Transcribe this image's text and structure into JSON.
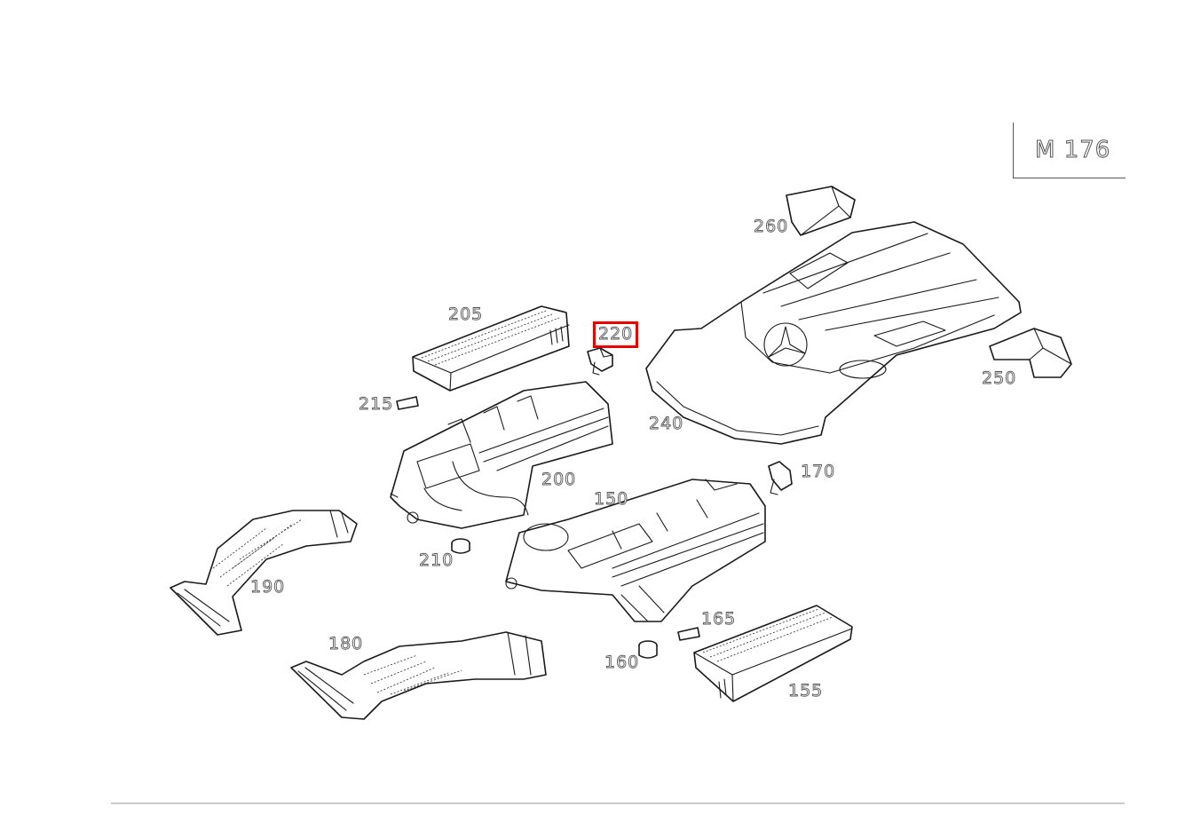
{
  "model": "M 176",
  "highlight_color": "#e00000",
  "callouts": [
    {
      "label": "260",
      "part": "engine-cover-insert"
    },
    {
      "label": "205",
      "part": "air-filter-element-left"
    },
    {
      "label": "220",
      "part": "sensor-upper",
      "highlighted": true
    },
    {
      "label": "215",
      "part": "label-plate-left"
    },
    {
      "label": "240",
      "part": "engine-cover"
    },
    {
      "label": "250",
      "part": "cover-bracket"
    },
    {
      "label": "200",
      "part": "air-filter-housing-left"
    },
    {
      "label": "170",
      "part": "sensor-lower"
    },
    {
      "label": "150",
      "part": "air-filter-housing-right"
    },
    {
      "label": "210",
      "part": "rubber-mount-left"
    },
    {
      "label": "190",
      "part": "intake-duct-left"
    },
    {
      "label": "180",
      "part": "intake-duct-right"
    },
    {
      "label": "165",
      "part": "label-plate-right"
    },
    {
      "label": "160",
      "part": "rubber-mount-right"
    },
    {
      "label": "155",
      "part": "air-filter-element-right"
    }
  ]
}
